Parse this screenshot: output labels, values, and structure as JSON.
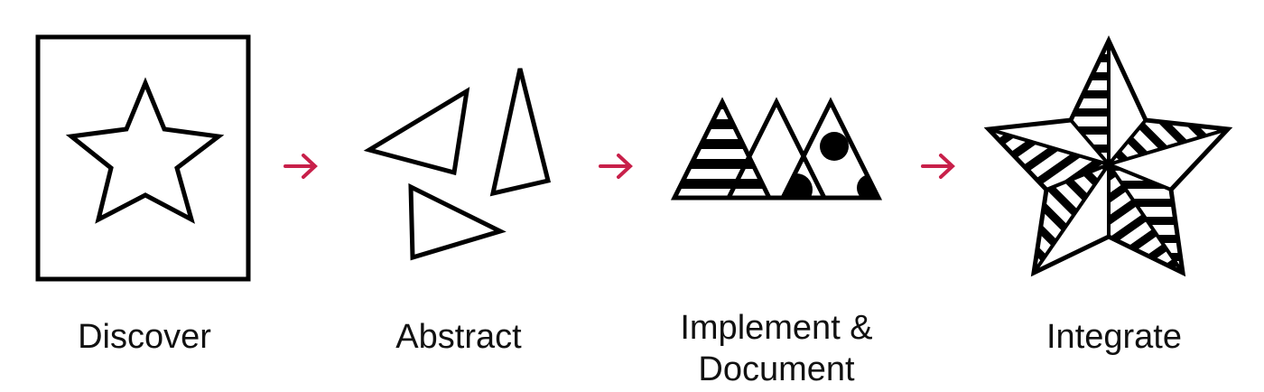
{
  "diagram": {
    "steps": [
      {
        "label": "Discover",
        "icon": "star-in-frame-icon"
      },
      {
        "label": "Abstract",
        "icon": "scattered-triangles-icon"
      },
      {
        "label": "Implement &",
        "label_line2": "Document",
        "icon": "patterned-triangles-icon"
      },
      {
        "label": "Integrate",
        "icon": "patterned-star-icon"
      }
    ],
    "arrow_icon": "arrow-right-icon",
    "colors": {
      "stroke": "#000000",
      "arrow": "#c8204a",
      "text": "#111111",
      "background": "#ffffff"
    }
  }
}
